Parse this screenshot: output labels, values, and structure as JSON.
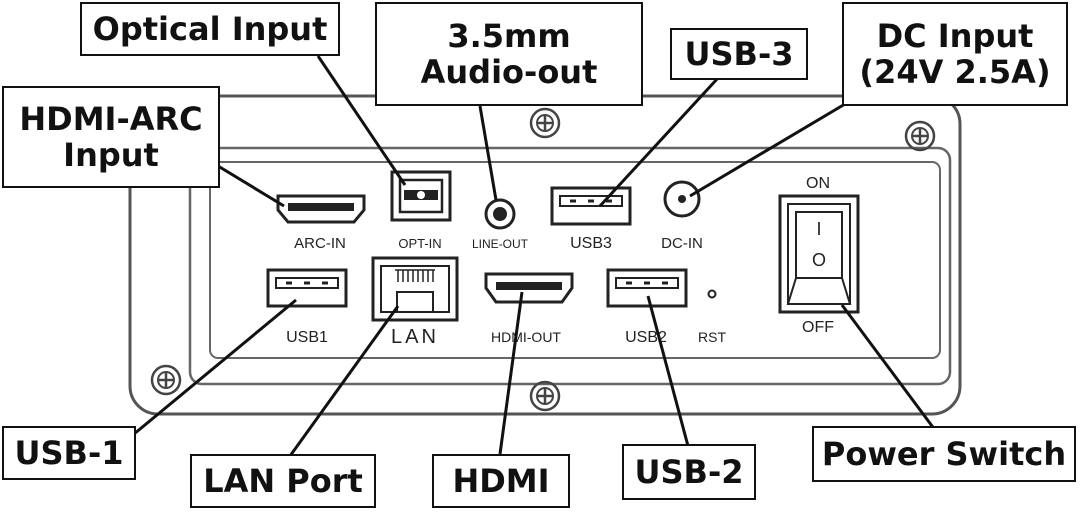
{
  "callouts": {
    "optical": "Optical Input",
    "audio_out": "3.5mm\nAudio-out",
    "usb3": "USB-3",
    "dc_input": "DC Input\n(24V 2.5A)",
    "hdmi_arc": "HDMI-ARC\nInput",
    "usb1": "USB-1",
    "lan": "LAN Port",
    "hdmi": "HDMI",
    "usb2": "USB-2",
    "power_switch": "Power Switch"
  },
  "panel_labels": {
    "arc_in": "ARC-IN",
    "opt_in": "OPT-IN",
    "line_out": "LINE-OUT",
    "usb3": "USB3",
    "dc_in": "DC-IN",
    "usb1": "USB1",
    "lan": "LAN",
    "hdmi_out": "HDMI-OUT",
    "usb2": "USB2",
    "rst": "RST",
    "on": "ON",
    "off": "OFF",
    "switch_on_mark": "I",
    "switch_off_mark": "O"
  },
  "colors": {
    "ink": "#111111",
    "panel_stroke": "#555555",
    "background": "#ffffff"
  }
}
